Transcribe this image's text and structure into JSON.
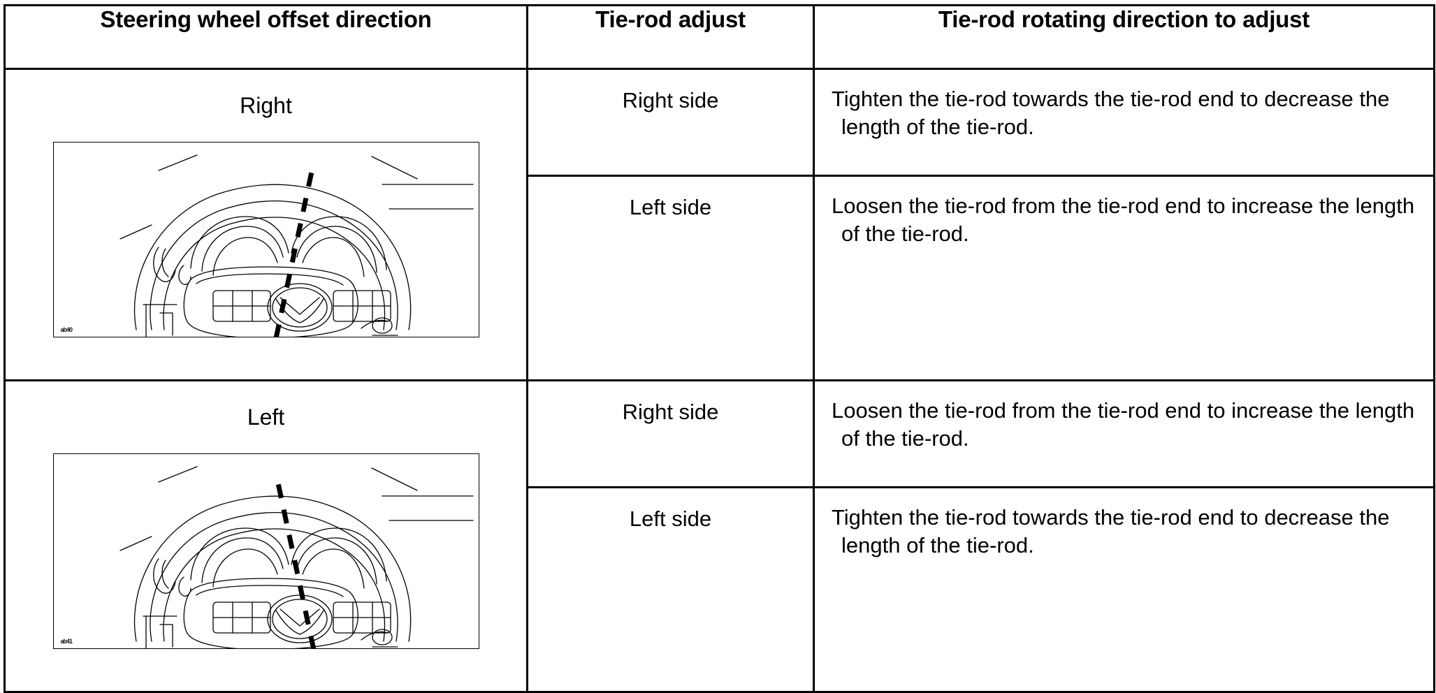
{
  "table": {
    "headers": [
      "Steering wheel offset direction",
      "Tie-rod adjust",
      "Tie-rod rotating direction to adjust"
    ],
    "rows": [
      {
        "direction": "Right",
        "image": {
          "name": "steering-wheel-offset-right",
          "code": "ab40",
          "tilt_description": "dashed center line tilted with top toward the right"
        },
        "entries": [
          {
            "side": "Right side",
            "instruction": "Tighten the tie-rod towards the tie-rod end to decrease the length of the tie-rod."
          },
          {
            "side": "Left side",
            "instruction": "Loosen the tie-rod from the tie-rod end to increase the length of the tie-rod."
          }
        ]
      },
      {
        "direction": "Left",
        "image": {
          "name": "steering-wheel-offset-left",
          "code": "ab41",
          "tilt_description": "dashed center line tilted with top toward the left"
        },
        "entries": [
          {
            "side": "Right side",
            "instruction": "Loosen the tie-rod from the tie-rod end to increase the length of the tie-rod."
          },
          {
            "side": "Left side",
            "instruction": "Tighten the tie-rod towards the tie-rod end to decrease the length of the tie-rod."
          }
        ]
      }
    ]
  },
  "colors": {
    "border": "#000000",
    "text": "#000000",
    "background": "#ffffff"
  }
}
